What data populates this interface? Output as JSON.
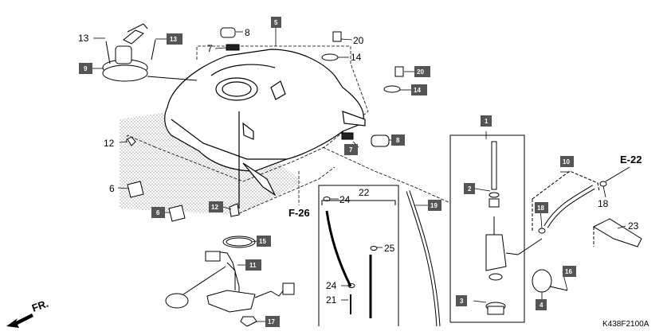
{
  "callouts": [
    {
      "id": "c13a",
      "text": "13",
      "boxed": false
    },
    {
      "id": "c13b",
      "text": "13",
      "boxed": true
    },
    {
      "id": "c8a",
      "text": "8",
      "boxed": false
    },
    {
      "id": "c5",
      "text": "5",
      "boxed": true
    },
    {
      "id": "c7a",
      "text": "7",
      "boxed": false
    },
    {
      "id": "c20a",
      "text": "20",
      "boxed": false
    },
    {
      "id": "c14a",
      "text": "14",
      "boxed": false
    },
    {
      "id": "c9",
      "text": "9",
      "boxed": true
    },
    {
      "id": "c20b",
      "text": "20",
      "boxed": true
    },
    {
      "id": "c14b",
      "text": "14",
      "boxed": true
    },
    {
      "id": "c12a",
      "text": "12",
      "boxed": false
    },
    {
      "id": "c7b",
      "text": "7",
      "boxed": true
    },
    {
      "id": "c8b",
      "text": "8",
      "boxed": true
    },
    {
      "id": "c1",
      "text": "1",
      "boxed": true
    },
    {
      "id": "c6a",
      "text": "6",
      "boxed": false
    },
    {
      "id": "c24a",
      "text": "24",
      "boxed": false
    },
    {
      "id": "c22",
      "text": "22",
      "boxed": false
    },
    {
      "id": "c19",
      "text": "19",
      "boxed": true
    },
    {
      "id": "c2",
      "text": "2",
      "boxed": true
    },
    {
      "id": "c10",
      "text": "10",
      "boxed": true
    },
    {
      "id": "c6b",
      "text": "6",
      "boxed": true
    },
    {
      "id": "c12b",
      "text": "12",
      "boxed": true
    },
    {
      "id": "c18a",
      "text": "18",
      "boxed": true
    },
    {
      "id": "c18b",
      "text": "18",
      "boxed": false
    },
    {
      "id": "c23",
      "text": "23",
      "boxed": false
    },
    {
      "id": "c15",
      "text": "15",
      "boxed": true
    },
    {
      "id": "c25",
      "text": "25",
      "boxed": false
    },
    {
      "id": "c11",
      "text": "11",
      "boxed": true
    },
    {
      "id": "c16",
      "text": "16",
      "boxed": true
    },
    {
      "id": "c24b",
      "text": "24",
      "boxed": false
    },
    {
      "id": "c3",
      "text": "3",
      "boxed": true
    },
    {
      "id": "c21",
      "text": "21",
      "boxed": false
    },
    {
      "id": "c4",
      "text": "4",
      "boxed": true
    },
    {
      "id": "c17",
      "text": "17",
      "boxed": true
    }
  ],
  "refs": {
    "e22": "E-22",
    "f26": "F-26"
  },
  "front_label": "FR.",
  "diagram_code": "K438F2100A",
  "colors": {
    "box": "#555555",
    "line": "#000000",
    "stipple": "#bdbdbd"
  }
}
